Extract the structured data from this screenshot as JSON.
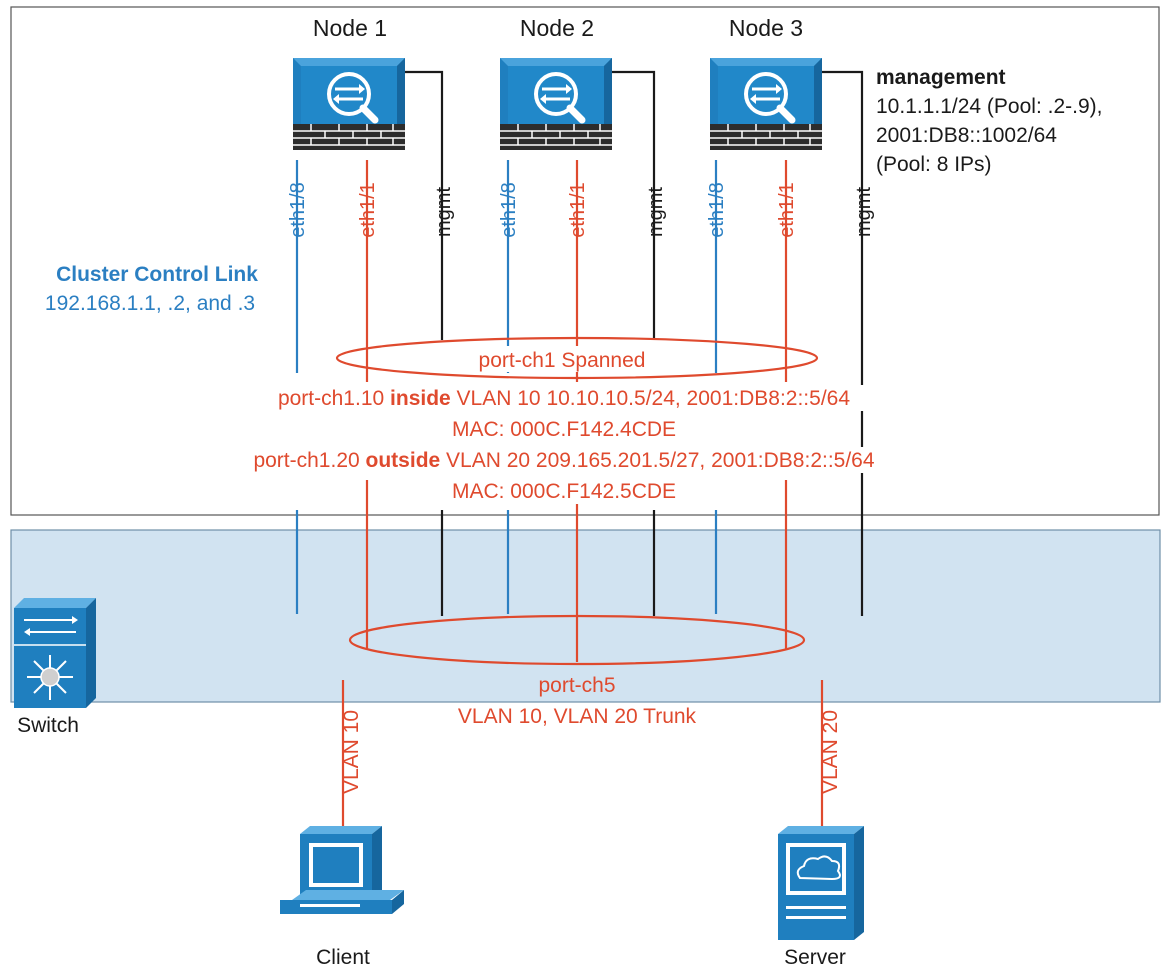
{
  "colors": {
    "blue": "#2b7fc2",
    "red": "#df4a2e",
    "black": "#1a1a1a",
    "switch_bg": "#d1e3f1",
    "device_blue": "#1f7fbf"
  },
  "nodes": [
    {
      "label": "Node 1",
      "ccl_port": "eth1/8",
      "data_port": "eth1/1",
      "mgmt_port": "mgmt"
    },
    {
      "label": "Node 2",
      "ccl_port": "eth1/8",
      "data_port": "eth1/1",
      "mgmt_port": "mgmt"
    },
    {
      "label": "Node 3",
      "ccl_port": "eth1/8",
      "data_port": "eth1/1",
      "mgmt_port": "mgmt"
    }
  ],
  "management": {
    "title": "management",
    "line1": "10.1.1.1/24 (Pool: .2-.9),",
    "line2": "2001:DB8::1002/64",
    "line3": "(Pool: 8 IPs)"
  },
  "ccl": {
    "title": "Cluster Control Link",
    "addresses": "192.168.1.1, .2, and .3"
  },
  "port_ch1": {
    "label": "port-ch1 Spanned",
    "inside_prefix": "port-ch1.10 ",
    "inside_bold": "inside",
    "inside_rest": " VLAN 10 10.10.10.5/24, 2001:DB8:2::5/64",
    "inside_mac": "MAC: 000C.F142.4CDE",
    "outside_prefix": "port-ch1.20 ",
    "outside_bold": "outside",
    "outside_rest": " VLAN 20 209.165.201.5/27, 2001:DB8:2::5/64",
    "outside_mac": "MAC: 000C.F142.5CDE"
  },
  "port_ch5": {
    "label": "port-ch5",
    "trunk": "VLAN 10, VLAN 20 Trunk"
  },
  "switch": {
    "label": "Switch"
  },
  "client": {
    "label": "Client",
    "vlan": "VLAN 10"
  },
  "server": {
    "label": "Server",
    "vlan": "VLAN 20"
  }
}
